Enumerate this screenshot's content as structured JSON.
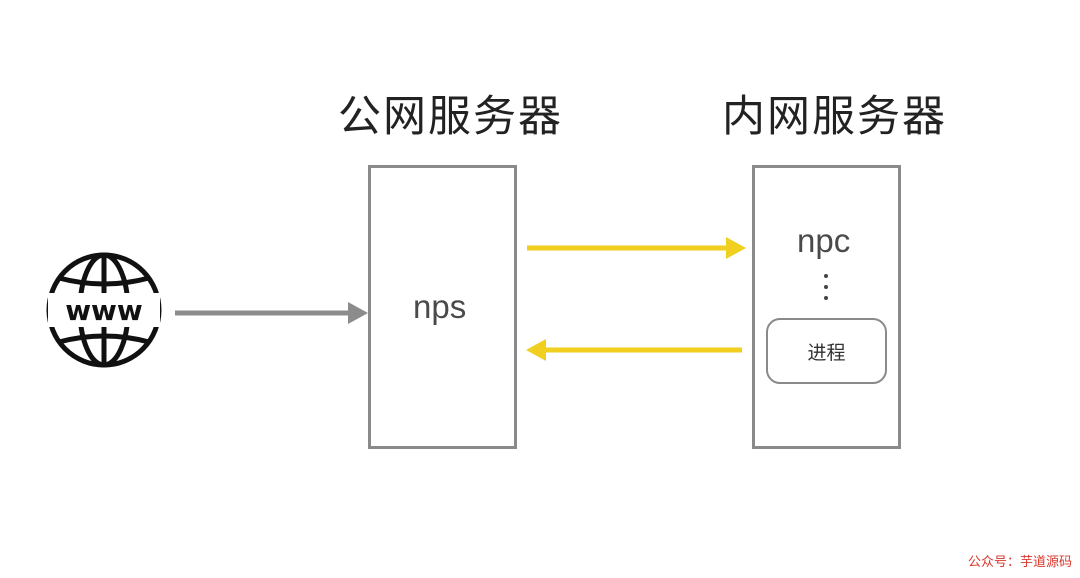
{
  "headings": {
    "public_server": "公网服务器",
    "private_server": "内网服务器"
  },
  "nodes": {
    "internet": {
      "icon": "www-globe-icon",
      "text": "www"
    },
    "public_server_process": "nps",
    "private_server_process": "npc",
    "ellipsis": "⋮",
    "inner_process": "进程"
  },
  "connections": [
    {
      "from": "internet",
      "to": "nps",
      "color": "#8c8c8c"
    },
    {
      "from": "nps",
      "to": "npc",
      "color": "#f1cf1f"
    },
    {
      "from": "npc",
      "to": "nps",
      "color": "#f1cf1f"
    }
  ],
  "colors": {
    "box_border": "#8a8a8a",
    "gray_arrow": "#8c8c8c",
    "yellow_arrow": "#f1cf1f",
    "watermark": "#d9372c"
  },
  "watermark": "公众号：芋道源码"
}
